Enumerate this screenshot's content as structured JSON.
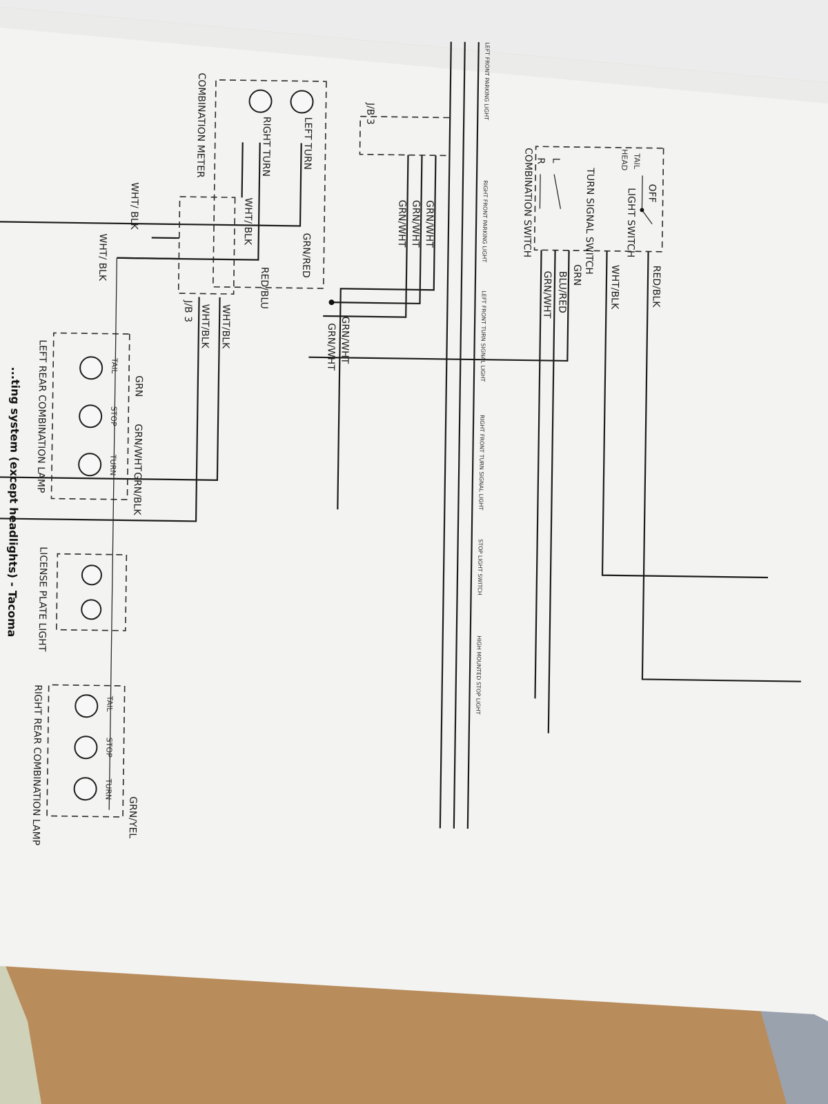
{
  "diagram": {
    "caption": "...ting system (except headlights) - Tacoma",
    "switches": {
      "light_switch": {
        "title": "LIGHT SWITCH",
        "positions": [
          "OFF",
          "TAIL",
          "HEAD"
        ]
      },
      "turn_signal_switch": {
        "title": "TURN SIGNAL SWITCH",
        "positions": [
          "L",
          "R"
        ]
      },
      "combination_switch": "COMBINATION SWITCH"
    },
    "meter": {
      "title": "COMBINATION METER",
      "left_turn": "LEFT TURN",
      "right_turn": "RIGHT TURN"
    },
    "junction_labels": {
      "jb3": "J/B 3"
    },
    "wires": {
      "red_blk": "RED/BLK",
      "wht_blk": "WHT/BLK",
      "grn": "GRN",
      "blu_red": "BLU/RED",
      "grn_wht": "GRN/WHT",
      "grn_red": "GRN/RED",
      "red_blu": "RED/BLU",
      "wht_blk_split": "WHT/ BLK",
      "grn_blk": "GRN/BLK",
      "grn_yel": "GRN/YEL"
    },
    "left_rear": {
      "title": "LEFT REAR COMBINATION LAMP",
      "tail": "TAIL",
      "stop": "STOP",
      "turn": "TURN"
    },
    "license": {
      "title": "LICENSE PLATE LIGHT"
    },
    "right_rear": {
      "title": "RIGHT REAR COMBINATION LAMP",
      "tail": "TAIL",
      "stop": "STOP",
      "turn": "TURN"
    },
    "right_block": {
      "left_front_parking": "LEFT FRONT PARKING LIGHT",
      "right_front_parking": "RIGHT FRONT PARKING LIGHT",
      "left_front_turn": "LEFT FRONT TURN SIGNAL LIGHT",
      "right_front_turn": "RIGHT FRONT TURN SIGNAL LIGHT",
      "stop_light_switch": "STOP LIGHT SWITCH",
      "high_mounted_stop": "HIGH MOUNTED STOP LIGHT"
    }
  }
}
